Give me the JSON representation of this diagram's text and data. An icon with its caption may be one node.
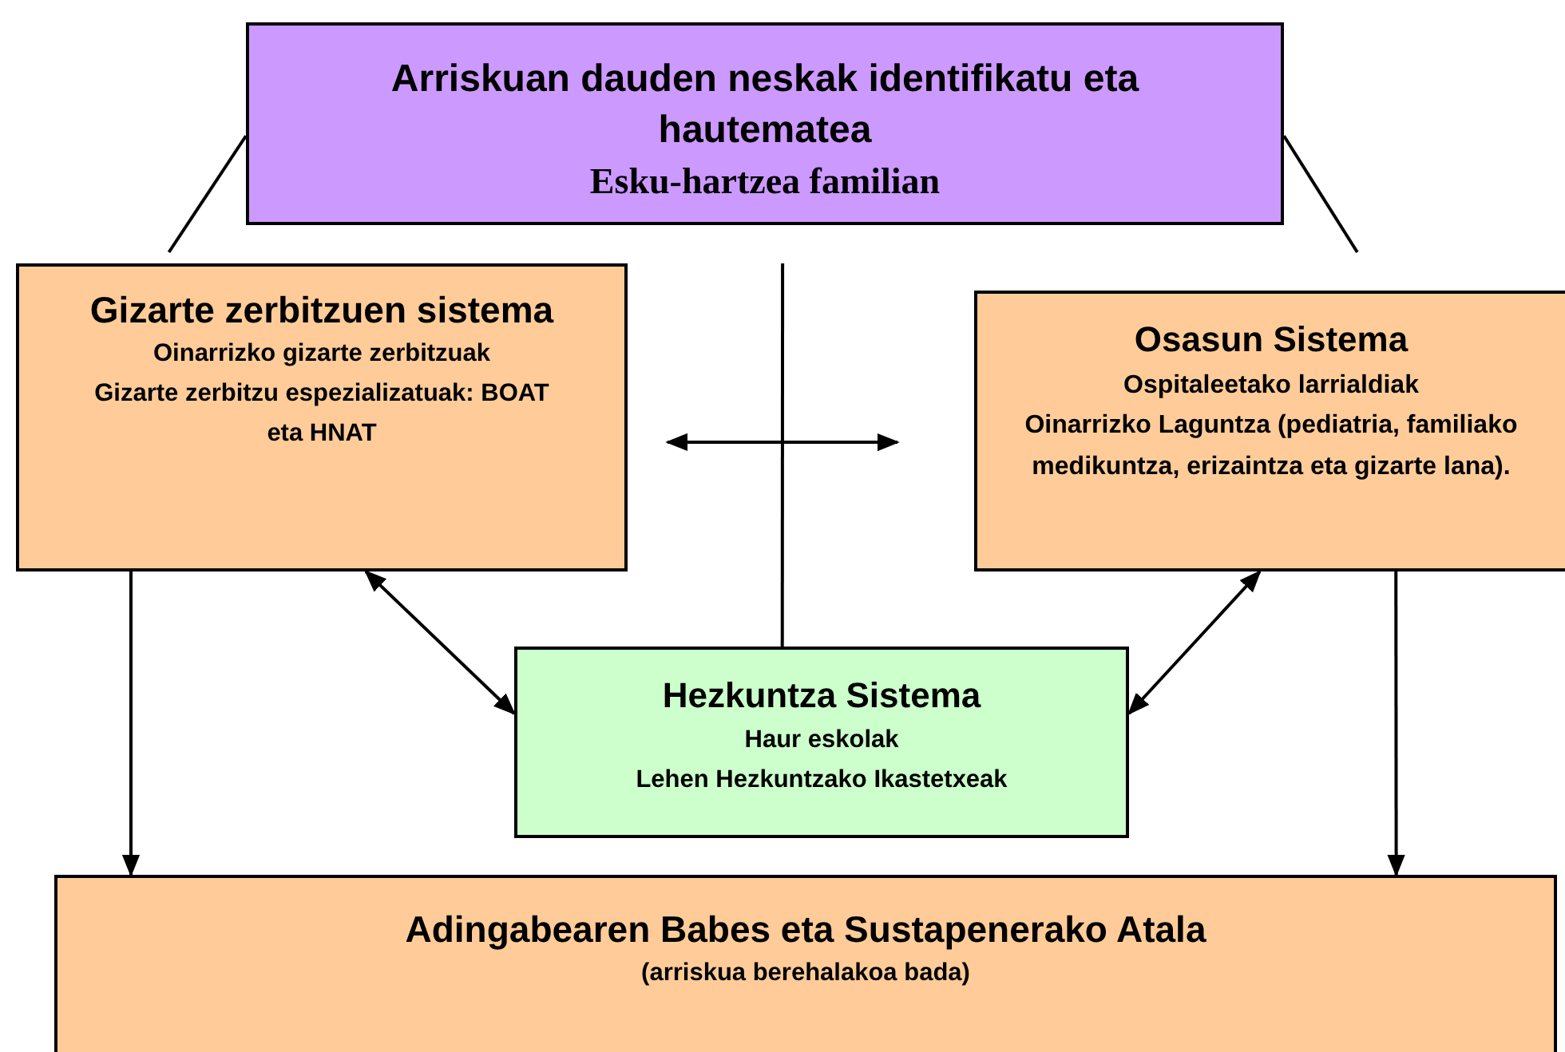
{
  "diagram": {
    "nodes": [
      {
        "text": [
          "Arriskuan dauden neskak identifikatu eta hautematea",
          "Esku-hartzea familian"
        ]
      },
      {
        "text": [
          "Gizarte zerbitzuen sistema",
          "Oinarrizko gizarte zerbitzuak",
          "Gizarte zerbitzu espezializatuak: BOAT eta HNAT"
        ]
      },
      {
        "text": [
          "Osasun Sistema",
          "Ospitaleetako larrialdiak",
          "Oinarrizko Laguntza (pediatria, familiako medikuntza, erizaintza eta gizarte lana)."
        ]
      },
      {
        "text": [
          "Hezkuntza Sistema",
          "Haur eskolak",
          "Lehen Hezkuntzako Ikastetxeak"
        ]
      },
      {
        "text": [
          "Adingabearen Babes eta Sustapenerako Atala",
          "(arriskua berehalakoa bada)"
        ]
      }
    ],
    "edges": [
      {
        "from": 0,
        "to": 1,
        "arrow": "none"
      },
      {
        "from": 0,
        "to": 2,
        "arrow": "none"
      },
      {
        "from": 0,
        "to": 3,
        "arrow": "none"
      },
      {
        "from": 1,
        "to": 2,
        "arrow": "both"
      },
      {
        "from": 1,
        "to": 3,
        "arrow": "both"
      },
      {
        "from": 2,
        "to": 3,
        "arrow": "both"
      },
      {
        "from": 1,
        "to": 4,
        "arrow": "to"
      },
      {
        "from": 2,
        "to": 4,
        "arrow": "to"
      }
    ]
  }
}
